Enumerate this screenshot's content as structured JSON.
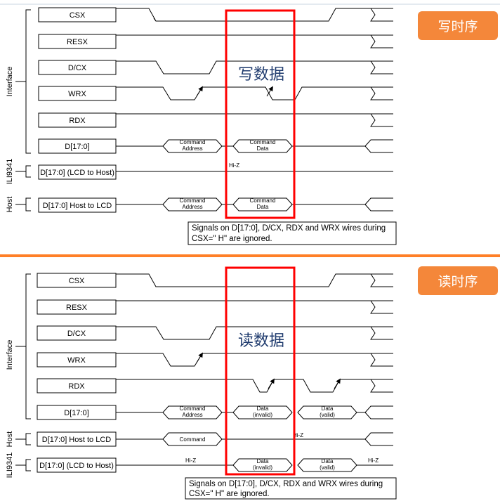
{
  "colors": {
    "accent_line": "#ff7f27",
    "badge": "#f4873a",
    "highlight": "#ff0000",
    "label_color": "#1f3b6e"
  },
  "write": {
    "badge": "写时序",
    "highlight_label": "写数据",
    "group_labels": {
      "interface": "Interface",
      "ili": "ILI9341",
      "host": "Host"
    },
    "signals": {
      "csx": "CSX",
      "resx": "RESX",
      "dcx": "D/CX",
      "wrx": "WRX",
      "rdx": "RDX",
      "d": "D[17:0]",
      "d_lcd_host": "D[17:0] (LCD to Host)",
      "d_host_lcd": "D[17:0] Host to LCD"
    },
    "bus": {
      "cmd_addr_1": "Command",
      "cmd_addr_2": "Address",
      "cmd_data_1": "Command",
      "cmd_data_2": "Data",
      "hiz": "Hi-Z"
    },
    "note": [
      "Signals on D[17:0], D/CX, RDX and WRX wires during",
      "CSX=\"  H\"   are ignored."
    ]
  },
  "read": {
    "badge": "读时序",
    "highlight_label": "读数据",
    "group_labels": {
      "interface": "Interface",
      "host": "Host",
      "ili": "ILI9341"
    },
    "signals": {
      "csx": "CSX",
      "resx": "RESX",
      "dcx": "D/CX",
      "wrx": "WRX",
      "rdx": "RDX",
      "d": "D[17:0]",
      "d_host_lcd": "D[17:0] Host to LCD",
      "d_lcd_host": "D[17:0] (LCD to Host)"
    },
    "bus": {
      "cmd_addr_1": "Command",
      "cmd_addr_2": "Address",
      "data_inv_1": "Data",
      "data_inv_2": "(invalid)",
      "data_val_1": "Data",
      "data_val_2": "(valid)",
      "command": "Command",
      "hiz": "Hi-Z"
    },
    "note": [
      "Signals on D[17:0], D/CX, RDX and WRX wires during",
      "CSX=\"  H\"   are ignored."
    ]
  }
}
